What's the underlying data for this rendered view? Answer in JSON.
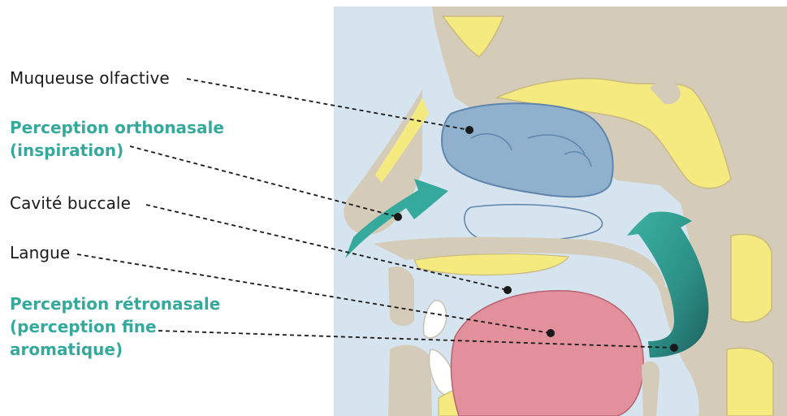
{
  "labels": {
    "muqueuse": "Muqueuse olfactive",
    "ortho_1": "Perception orthonasale",
    "ortho_2": "(inspiration)",
    "cavite": "Cavité buccale",
    "langue": "Langue",
    "retro_1": "Perception rétronasale",
    "retro_2": "(perception fine",
    "retro_3": "aromatique)"
  },
  "colors": {
    "accent": "#35a99c",
    "text": "#1a1a1a",
    "airway_bg": "#d6e4ef",
    "tissue": "#d5cbb9",
    "bone": "#f4ea80",
    "olfactory": "#8fb1cd",
    "tongue": "#e2919c",
    "arrow_start": "#37ab9d",
    "arrow_end": "#1f6d6a"
  }
}
